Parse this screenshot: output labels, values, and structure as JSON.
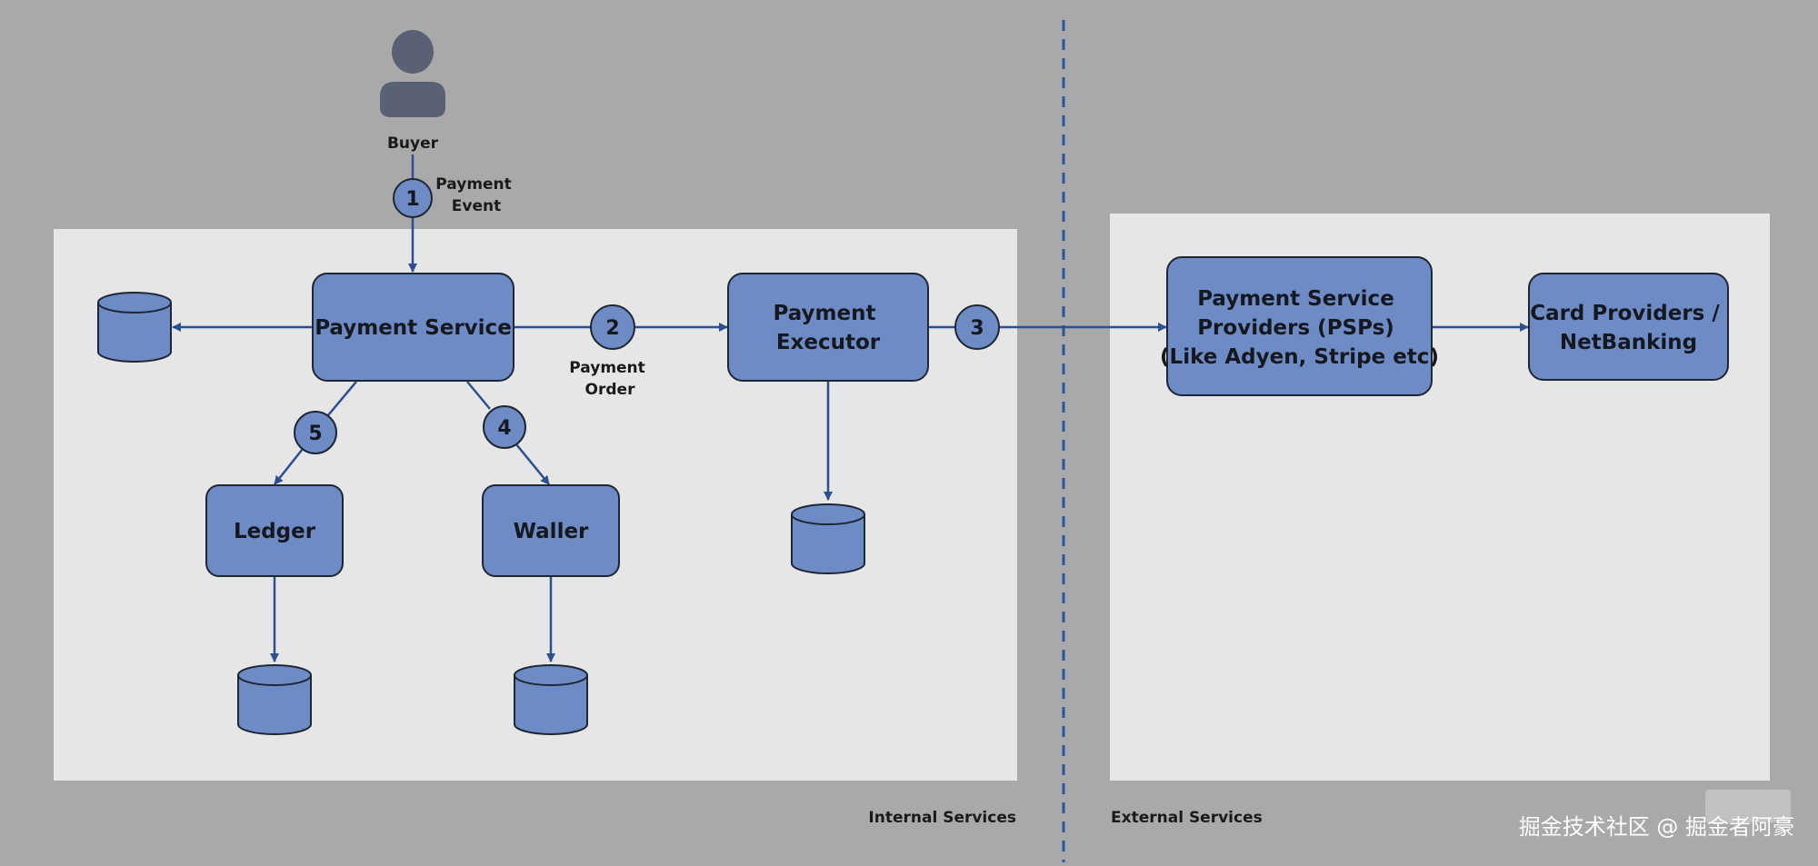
{
  "diagram": {
    "buyer": {
      "label": "Buyer"
    },
    "steps": [
      {
        "number": "1",
        "label_lines": [
          "Payment",
          "Event"
        ]
      },
      {
        "number": "2",
        "label_lines": [
          "Payment",
          "Order"
        ]
      },
      {
        "number": "3",
        "label_lines": []
      },
      {
        "number": "4",
        "label_lines": []
      },
      {
        "number": "5",
        "label_lines": []
      }
    ],
    "nodes": {
      "payment_service": [
        "Payment Service"
      ],
      "payment_executor": [
        "Payment",
        "Executor"
      ],
      "ledger": [
        "Ledger"
      ],
      "waller": [
        "Waller"
      ],
      "psp": [
        "Payment Service",
        "Providers (PSPs)",
        "(Like Adyen, Stripe etc)"
      ],
      "card_providers": [
        "Card Providers /",
        "NetBanking"
      ]
    },
    "regions": {
      "internal": "Internal Services",
      "external": "External Services"
    },
    "watermark": "掘金技术社区 @ 掘金者阿豪",
    "colors": {
      "background": "#a9a9a9",
      "panel": "#e6e6e6",
      "box_fill": "#6d8cc5",
      "box_stroke": "#1f2633",
      "arrow": "#2b4f8f",
      "divider": "#2b55a0",
      "person": "#596173"
    }
  }
}
